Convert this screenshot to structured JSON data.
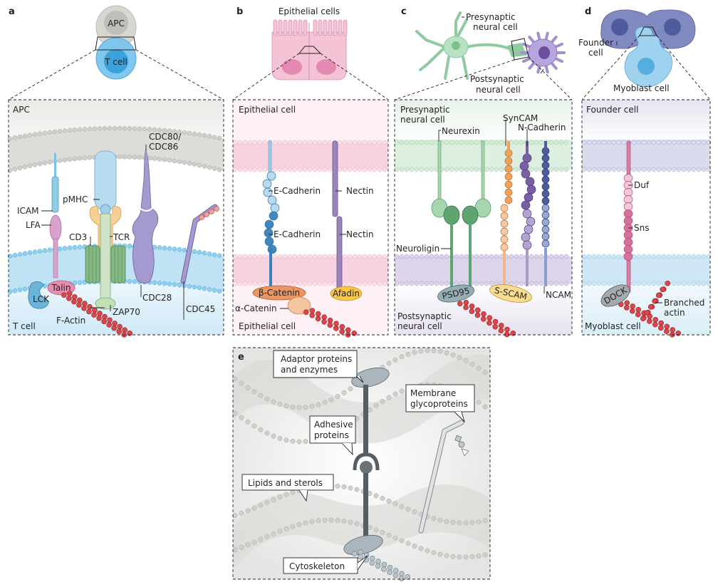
{
  "figure": {
    "panels": {
      "a": {
        "letter": "a",
        "overview": {
          "top_cell": "APC",
          "bottom_cell": "T cell"
        },
        "detail": {
          "top_region": "APC",
          "bottom_region": "T cell",
          "labels": {
            "icam": "ICAM",
            "lfa": "LFA",
            "pmhc": "pMHC",
            "cd3": "CD3",
            "tcr": "TCR",
            "cdc80_line1": "CDC80/",
            "cdc80_line2": "CDC86",
            "cdc28": "CDC28",
            "cdc45": "CDC45",
            "lck": "LCK",
            "talin": "Talin",
            "zap70": "ZAP70",
            "factin": "F-Actin"
          }
        },
        "colors": {
          "apc": "#c8c7c2",
          "tcell": "#4fb0e0",
          "lfa": "#d6a0c8",
          "cd3": "#7fb07f",
          "tcr": "#f3c98a",
          "pmhc": "#a9d4ea",
          "cdc": "#9d8fc0",
          "actin": "#d33a3a"
        }
      },
      "b": {
        "letter": "b",
        "overview": {
          "title": "Epithelial cells"
        },
        "detail": {
          "top_region": "Epithelial cell",
          "bottom_region": "Epithelial cell",
          "labels": {
            "ecad1": "E-Cadherin",
            "ecad2": "E-Cadherin",
            "nectin1": "Nectin",
            "nectin2": "Nectin",
            "bcatenin": "β-Catenin",
            "acatenin": "α-Catenin",
            "afadin": "Afadin"
          }
        },
        "colors": {
          "cell": "#f2b8cf",
          "nucleus": "#e07aa8",
          "ecad_light": "#a8d2ee",
          "ecad_dark": "#3a85bf",
          "nectin": "#8e78ad",
          "bcatenin": "#e88a4e",
          "afadin": "#f5c04e"
        }
      },
      "c": {
        "letter": "c",
        "overview": {
          "pre_line1": "Presynaptic",
          "pre_line2": "neural cell",
          "post_line1": "Postsynaptic",
          "post_line2": "neural cell"
        },
        "detail": {
          "top_region_line1": "Presynaptic",
          "top_region_line2": "neural cell",
          "bottom_region_line1": "Postsynaptic",
          "bottom_region_line2": "neural cell",
          "labels": {
            "neurexin": "Neurexin",
            "syncam": "SynCAM",
            "ncadherin": "N-Cadherin",
            "neuroligin": "Neuroligin",
            "psd95": "PSD95",
            "sscam": "S-SCAM",
            "ncam": "NCAM"
          }
        },
        "colors": {
          "pre": "#8fcaa0",
          "post": "#a58fcf",
          "neurexin": "#a6d6ad",
          "neuroligin": "#4e9a62",
          "syncam": "#f0a25c",
          "ncad": "#7a5fa5",
          "ncam": "#4c5d9e",
          "psd95": "#8da9b2",
          "sscam": "#f7d98a"
        }
      },
      "d": {
        "letter": "d",
        "overview": {
          "founder_line1": "Founder",
          "founder_line2": "cell",
          "myoblast": "Myoblast cell"
        },
        "detail": {
          "top_region": "Founder cell",
          "bottom_region": "Myoblast cell",
          "labels": {
            "duf": "Duf",
            "sns": "Sns",
            "dock": "DOCK",
            "branched_line1": "Branched",
            "branched_line2": "actin"
          }
        },
        "colors": {
          "founder": "#7986c0",
          "myoblast": "#8ccbec",
          "duf": "#f3c2d8",
          "sns": "#d8709c",
          "dock": "#9aa3a8"
        }
      },
      "e": {
        "letter": "e",
        "callouts": {
          "adaptor_line1": "Adaptor proteins",
          "adaptor_line2": "and enzymes",
          "membrane_line1": "Membrane",
          "membrane_line2": "glycoproteins",
          "adhesive_line1": "Adhesive",
          "adhesive_line2": "proteins",
          "lipids": "Lipids and sterols",
          "cytoskeleton": "Cytoskeleton"
        },
        "colors": {
          "membrane": "#c9cac6",
          "protein": "#545b60",
          "adaptor": "#a9b4bc"
        }
      }
    }
  }
}
